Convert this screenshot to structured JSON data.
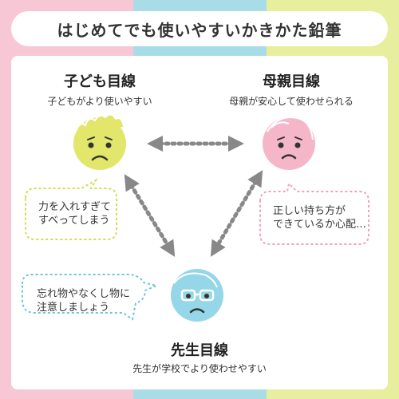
{
  "title": "はじめてでも使いやすいかきかた鉛筆",
  "colors": {
    "stripe_pink": "#f8c7d6",
    "stripe_blue": "#a8dde8",
    "stripe_yellow": "#e7ef9e",
    "child_face": "#e2e66a",
    "mother_face": "#f5b6c9",
    "teacher_face": "#95d6e8",
    "arrow": "#888888",
    "bubble_child_border": "#d4dc47",
    "bubble_mother_border": "#f0a2bb",
    "bubble_teacher_border": "#6cc6dc"
  },
  "perspectives": {
    "child": {
      "heading": "子ども目線",
      "subtext": "子どもがより使いやすい",
      "face_icon": "worried-child-face-icon",
      "bubble_lines": [
        "力を入れすぎて",
        "すべってしまう"
      ]
    },
    "mother": {
      "heading": "母親目線",
      "subtext": "母親が安心して使わせられる",
      "face_icon": "worried-mother-face-icon",
      "bubble_lines": [
        "正しい持ち方が",
        "できているか心配…"
      ]
    },
    "teacher": {
      "heading": "先生目線",
      "subtext": "先生が学校でより使わせやすい",
      "face_icon": "worried-teacher-face-icon",
      "bubble_lines": [
        "忘れ物やなくし物に",
        "注意しましょう"
      ]
    }
  }
}
